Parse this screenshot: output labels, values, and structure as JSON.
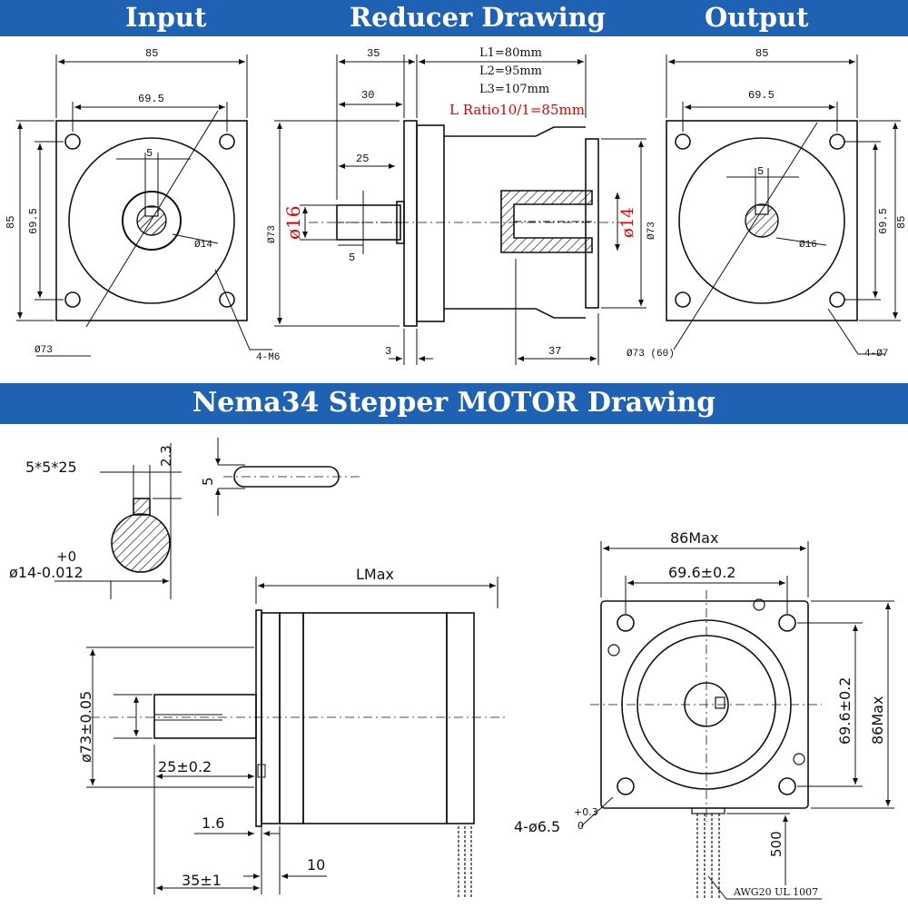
{
  "headers": {
    "input": "Input",
    "reducer": "Reducer Drawing",
    "output": "Output",
    "motor": "Nema34 Stepper MOTOR Drawing"
  },
  "input_view": {
    "width": "85",
    "hole_spacing": "69.5",
    "key_width": "5",
    "shaft_dia": "Ø14",
    "height": "85",
    "hole_spacing_v": "69.5",
    "pilot_dia": "Ø73",
    "holes": "4-M6"
  },
  "reducer_view": {
    "dim_35": "35",
    "dim_30": "30",
    "dim_25": "25",
    "dim_5": "5",
    "dim_3": "3",
    "dim_37": "37",
    "l1": "L1=80mm",
    "l2": "L2=95mm",
    "l3": "L3=107mm",
    "ratio": "L Ratio10/1=85mm",
    "out_shaft": "ø16",
    "in_shaft": "ø14",
    "dia_left": "Ø73",
    "dia_right": "Ø73"
  },
  "output_view": {
    "width": "85",
    "hole_spacing": "69.5",
    "key_width": "5",
    "shaft_dia": "Ø16",
    "height": "85",
    "hole_spacing_v": "69.5",
    "pilot_dia": "Ø73 (60)",
    "holes": "4-Ø7"
  },
  "motor_view": {
    "key": "5*5*25",
    "key_depth": "2.3",
    "shaft_tol_top": "+0",
    "shaft_tol": "ø14-0.012",
    "key_w": "5",
    "length": "LMax",
    "pilot": "ø73±0.05",
    "shaft_len": "25±0.2",
    "flange": "1.6",
    "step": "10",
    "total": "35±1",
    "width_max": "86Max",
    "hole_spacing": "69.6±0.2",
    "hole_spacing_v": "69.6±0.2",
    "height_max": "86Max",
    "holes": "4-ø6.5",
    "holes_tol_top": "+0.3",
    "holes_tol_bottom": "0",
    "lead": "500",
    "wire": "AWG20 UL 1007"
  }
}
